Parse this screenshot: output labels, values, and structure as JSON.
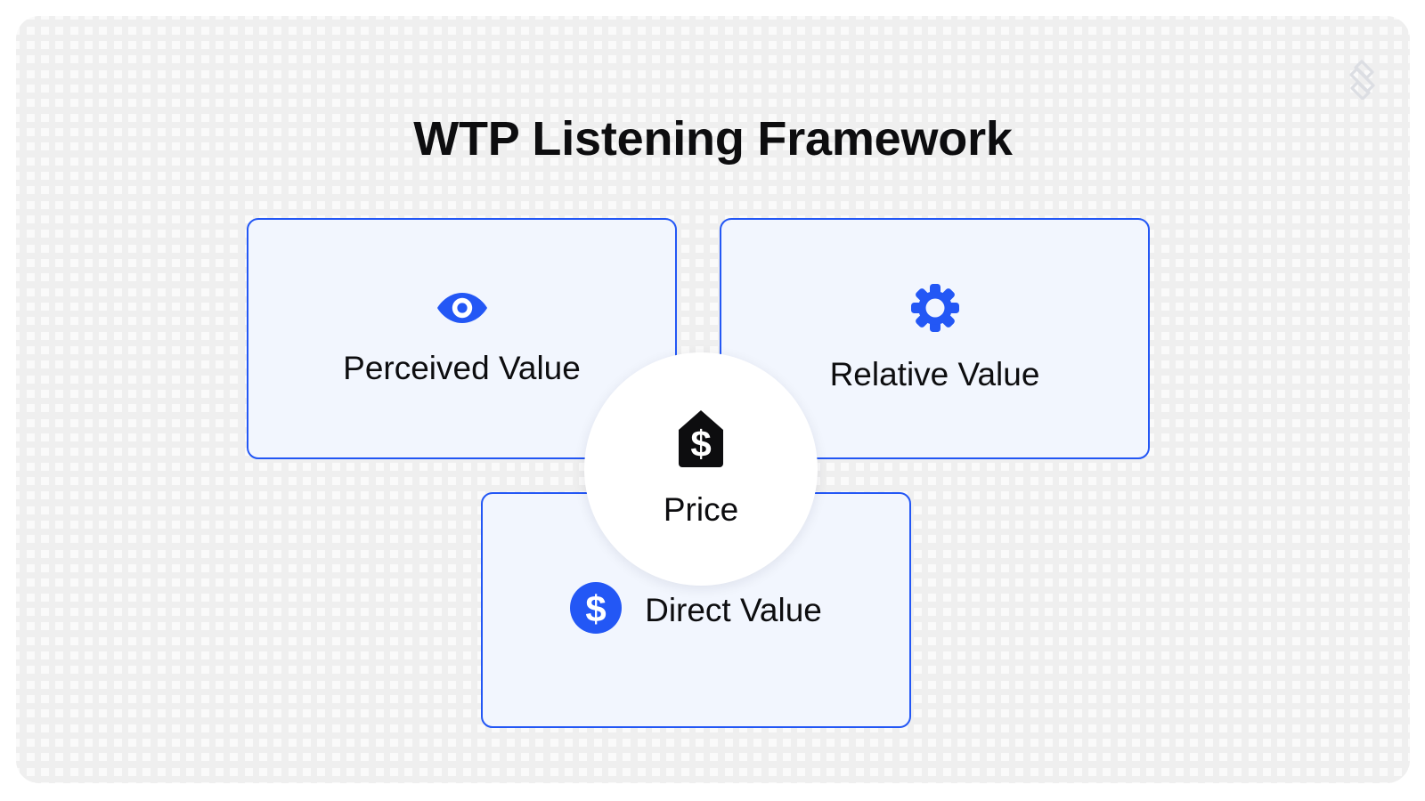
{
  "page": {
    "title": "WTP Listening Framework"
  },
  "theme": {
    "accent_blue": "#2357f5",
    "card_fill": "#f2f6fe",
    "canvas_bg": "#fafafa",
    "grid_line": "#efefef",
    "text_dark": "#0d0d0f",
    "hub_bg": "#ffffff"
  },
  "watermark": {
    "icon": "s-logo-icon"
  },
  "hub": {
    "label": "Price",
    "icon": "price-tag-dollar-icon"
  },
  "cards": [
    {
      "id": "perceived",
      "label": "Perceived Value",
      "icon": "eye-icon",
      "layout": "stacked"
    },
    {
      "id": "relative",
      "label": "Relative Value",
      "icon": "gear-icon",
      "layout": "stacked"
    },
    {
      "id": "direct",
      "label": "Direct Value",
      "icon": "dollar-circle-icon",
      "layout": "inline"
    }
  ]
}
